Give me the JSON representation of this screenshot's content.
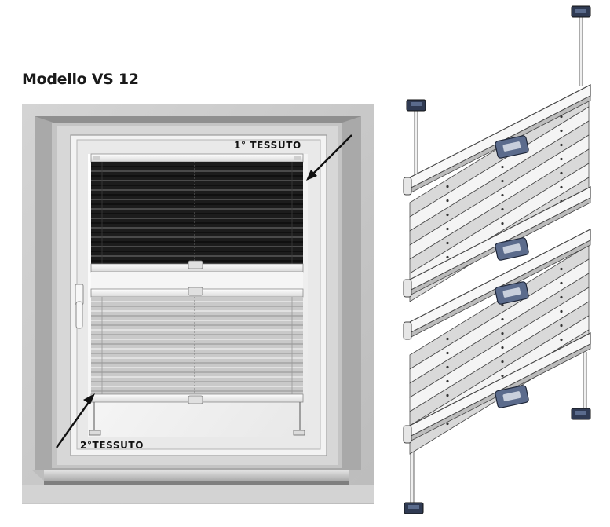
{
  "title": "Modello VS 12",
  "labels": {
    "fabric_1": "1° TESSUTO",
    "fabric_2": "2°TESSUTO"
  },
  "colors": {
    "dark_fabric": "#1c1c1c",
    "light_fabric": "#c9c9c9",
    "frame_gray": "#bdbdbd",
    "handle_blue": "#5b6b8c"
  }
}
